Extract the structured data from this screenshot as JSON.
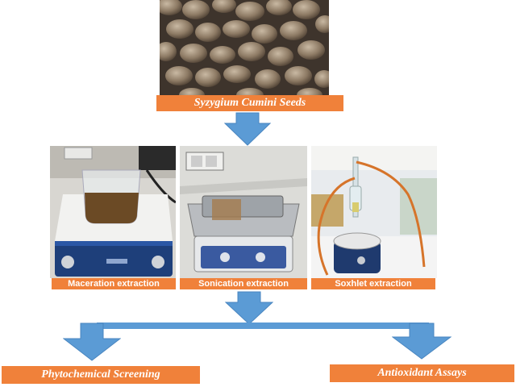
{
  "colors": {
    "label_bg": "#f0813a",
    "arrow_fill": "#5b9bd5",
    "arrow_stroke": "#4a86c0",
    "connector": "#5b9bd5"
  },
  "source": {
    "label": "Syzygium Cumini Seeds"
  },
  "methods": [
    {
      "label": "Maceration extraction"
    },
    {
      "label": "Sonication extraction"
    },
    {
      "label": "Soxhlet extraction"
    }
  ],
  "outcomes": [
    {
      "label": "Phytochemical Screening"
    },
    {
      "label": "Antioxidant Assays"
    }
  ]
}
